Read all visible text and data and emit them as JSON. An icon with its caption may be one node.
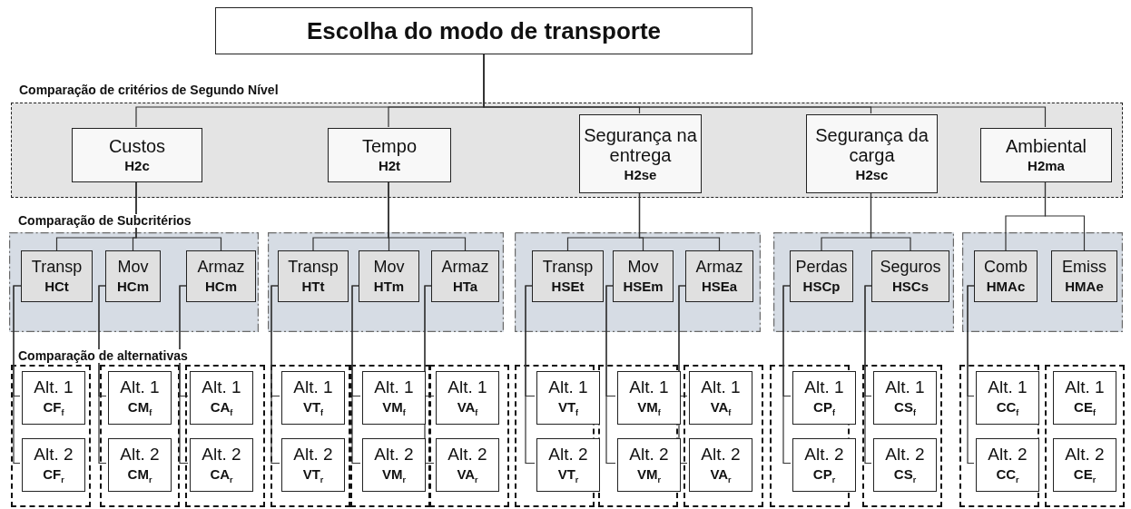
{
  "diagram": {
    "nodes": [
      {
        "text": [
          "Escolha do modo de transporte"
        ]
      },
      {
        "text": [
          "Comparação de critérios de Segundo Nível"
        ]
      },
      {
        "text": [
          "Custos",
          "H2c"
        ],
        "in": 1
      },
      {
        "text": [
          "Tempo",
          "H2t"
        ],
        "in": 1
      },
      {
        "text": [
          "Segurança na entrega",
          "H2se"
        ],
        "in": 1
      },
      {
        "text": [
          "Segurança da carga",
          "H2sc"
        ],
        "in": 1
      },
      {
        "text": [
          "Ambiental",
          "H2ma"
        ],
        "in": 1
      },
      {
        "text": [],
        "shape": "box"
      },
      {
        "text": [
          "Transp",
          "HCt"
        ],
        "in": 7
      },
      {
        "text": [
          "Mov",
          "HCm"
        ],
        "in": 7
      },
      {
        "text": [
          "Armaz",
          "HCm"
        ],
        "in": 7
      },
      {
        "text": [],
        "shape": "box"
      },
      {
        "text": [
          "Transp",
          "HTt"
        ],
        "in": 11
      },
      {
        "text": [
          "Mov",
          "HTm"
        ],
        "in": 11
      },
      {
        "text": [
          "Armaz",
          "HTa"
        ],
        "in": 11
      },
      {
        "text": [],
        "shape": "box"
      },
      {
        "text": [
          "Transp",
          "HSEt"
        ],
        "in": 15
      },
      {
        "text": [
          "Mov",
          "HSEm"
        ],
        "in": 15
      },
      {
        "text": [
          "Armaz",
          "HSEa"
        ],
        "in": 15
      },
      {
        "text": [],
        "shape": "box"
      },
      {
        "text": [
          "Perdas",
          "HSCp"
        ],
        "in": 19
      },
      {
        "text": [
          "Seguros",
          "HSCs"
        ],
        "in": 19
      },
      {
        "text": [],
        "shape": "box"
      },
      {
        "text": [
          "Comb",
          "HMAc"
        ],
        "in": 22
      },
      {
        "text": [
          "Emiss",
          "HMAe"
        ],
        "in": 22
      },
      {
        "text": [],
        "shape": "box"
      },
      {
        "text": [
          "Alt. 1",
          "CF$_{f}$"
        ],
        "in": 25
      },
      {
        "text": [
          "Alt. 2",
          "CF$_{r}$"
        ],
        "in": 25
      },
      {
        "text": [],
        "shape": "box"
      },
      {
        "text": [
          "Alt. 1",
          "CM$_{f}$"
        ],
        "in": 28
      },
      {
        "text": [
          "Alt. 2",
          "CM$_{r}$"
        ],
        "in": 28
      },
      {
        "text": [],
        "shape": "box"
      },
      {
        "text": [
          "Alt. 1",
          "CA$_{f}$"
        ],
        "in": 31
      },
      {
        "text": [
          "Alt. 2",
          "CA$_{r}$"
        ],
        "in": 31
      },
      {
        "text": [],
        "shape": "box"
      },
      {
        "text": [
          "Alt. 1",
          "VT$_{f}$"
        ],
        "in": 34
      },
      {
        "text": [
          "Alt. 2",
          "VT$_{r}$"
        ],
        "in": 34
      },
      {
        "text": [],
        "shape": "box"
      },
      {
        "text": [
          "Alt. 1",
          "VM$_{f}$"
        ],
        "in": 37
      },
      {
        "text": [
          "Alt. 2",
          "VM$_{r}$"
        ],
        "in": 37
      },
      {
        "text": [],
        "shape": "box"
      },
      {
        "text": [
          "Alt. 1",
          "VA$_{f}$"
        ],
        "in": 40
      },
      {
        "text": [
          "Alt. 2",
          "VA$_{r}$"
        ],
        "in": 40
      },
      {
        "text": [],
        "shape": "box"
      },
      {
        "text": [
          "Alt. 1",
          "VT$_{f}$"
        ],
        "in": 43
      },
      {
        "text": [
          "Alt. 2",
          "VT$_{r}$"
        ],
        "in": 43
      },
      {
        "text": [],
        "shape": "box"
      },
      {
        "text": [
          "Alt. 1",
          "VM$_{f}$"
        ],
        "in": 46
      },
      {
        "text": [
          "Alt. 2",
          "VM$_{r}$"
        ],
        "in": 46
      },
      {
        "text": [],
        "shape": "box"
      },
      {
        "text": [
          "Alt. 1",
          "VA$_{f}$"
        ],
        "in": 49
      },
      {
        "text": [
          "Alt. 2",
          "VA$_{r}$"
        ],
        "in": 49
      },
      {
        "text": [],
        "shape": "box"
      },
      {
        "text": [
          "Alt. 1",
          "CP$_{f}$"
        ],
        "in": 52
      },
      {
        "text": [
          "Alt. 2",
          "CP$_{r}$"
        ],
        "in": 52
      },
      {
        "text": [],
        "shape": "box"
      },
      {
        "text": [
          "Alt. 1",
          "CS$_{f}$"
        ],
        "in": 55
      },
      {
        "text": [
          "Alt. 2",
          "CS$_{r}$"
        ],
        "in": 55
      },
      {
        "text": [],
        "shape": "box"
      },
      {
        "text": [
          "Alt. 1",
          "CC$_{f}$"
        ],
        "in": 58
      },
      {
        "text": [
          "Alt. 2",
          "CC$_{r}$"
        ],
        "in": 58
      },
      {
        "text": [],
        "shape": "box"
      },
      {
        "text": [
          "Alt. 1",
          "CE$_{f}$"
        ],
        "in": 61
      },
      {
        "text": [
          "Alt. 2",
          "CE$_{r}$"
        ],
        "in": 61
      }
    ],
    "edges": [
      {
        "from": 0,
        "to": 2,
        "arrow": "none"
      },
      {
        "from": 0,
        "to": 3,
        "arrow": "none"
      },
      {
        "from": 0,
        "to": 4,
        "arrow": "none"
      },
      {
        "from": 0,
        "to": 5,
        "arrow": "none"
      },
      {
        "from": 0,
        "to": 6,
        "arrow": "none"
      },
      {
        "from": 2,
        "to": 8,
        "arrow": "none"
      },
      {
        "from": 2,
        "to": 9,
        "arrow": "none"
      },
      {
        "from": 2,
        "to": 10,
        "arrow": "none"
      },
      {
        "from": 3,
        "to": 12,
        "arrow": "none"
      },
      {
        "from": 3,
        "to": 13,
        "arrow": "none"
      },
      {
        "from": 3,
        "to": 14,
        "arrow": "none"
      },
      {
        "from": 4,
        "to": 16,
        "arrow": "none"
      },
      {
        "from": 4,
        "to": 17,
        "arrow": "none"
      },
      {
        "from": 4,
        "to": 18,
        "arrow": "none"
      },
      {
        "from": 5,
        "to": 20,
        "arrow": "none"
      },
      {
        "from": 5,
        "to": 21,
        "arrow": "none"
      },
      {
        "from": 6,
        "to": 23,
        "arrow": "none"
      },
      {
        "from": 6,
        "to": 24,
        "arrow": "none"
      },
      {
        "from": 8,
        "to": 26,
        "arrow": "none"
      },
      {
        "from": 8,
        "to": 27,
        "arrow": "none"
      },
      {
        "from": 9,
        "to": 29,
        "arrow": "none"
      },
      {
        "from": 9,
        "to": 30,
        "arrow": "none"
      },
      {
        "from": 10,
        "to": 32,
        "arrow": "none"
      },
      {
        "from": 10,
        "to": 33,
        "arrow": "none"
      },
      {
        "from": 12,
        "to": 35,
        "arrow": "none"
      },
      {
        "from": 12,
        "to": 36,
        "arrow": "none"
      },
      {
        "from": 13,
        "to": 38,
        "arrow": "none"
      },
      {
        "from": 13,
        "to": 39,
        "arrow": "none"
      },
      {
        "from": 14,
        "to": 41,
        "arrow": "none"
      },
      {
        "from": 14,
        "to": 42,
        "arrow": "none"
      },
      {
        "from": 16,
        "to": 44,
        "arrow": "none"
      },
      {
        "from": 16,
        "to": 45,
        "arrow": "none"
      },
      {
        "from": 17,
        "to": 47,
        "arrow": "none"
      },
      {
        "from": 17,
        "to": 48,
        "arrow": "none"
      },
      {
        "from": 18,
        "to": 50,
        "arrow": "none"
      },
      {
        "from": 18,
        "to": 51,
        "arrow": "none"
      },
      {
        "from": 20,
        "to": 53,
        "arrow": "none"
      },
      {
        "from": 20,
        "to": 54,
        "arrow": "none"
      },
      {
        "from": 21,
        "to": 56,
        "arrow": "none"
      },
      {
        "from": 21,
        "to": 57,
        "arrow": "none"
      },
      {
        "from": 23,
        "to": 59,
        "arrow": "none"
      },
      {
        "from": 23,
        "to": 60,
        "arrow": "none"
      }
    ],
    "labels": [
      "Comparação de Subcritérios",
      "Comparação de alternativas"
    ]
  }
}
